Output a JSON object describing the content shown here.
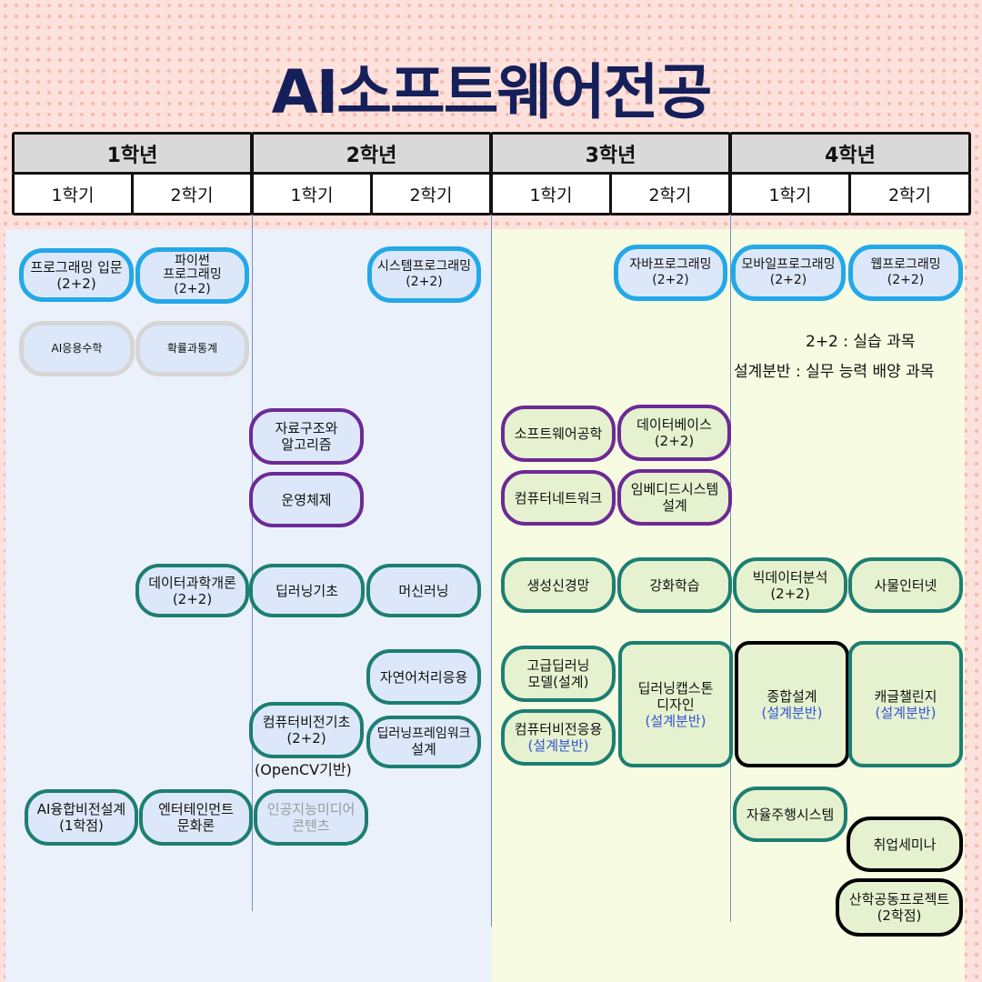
{
  "title": "AI소프트웨어전공",
  "years": [
    "1학년",
    "2학년",
    "3학년",
    "4학년"
  ],
  "semesters": [
    "1학기",
    "2학기",
    "1학기",
    "2학기",
    "1학기",
    "2학기",
    "1학기",
    "2학기"
  ],
  "legend": {
    "line1": "2+2 : 실습 과목",
    "line2": "설계분반 : 실무 능력 배양 과목"
  },
  "courses": [
    {
      "line1": "프로그래밍 입문",
      "line2": "(2+2)"
    },
    {
      "line1": "파이썬",
      "line2": "프로그래밍",
      "line3": "(2+2)"
    },
    {
      "line1": "시스템프로그래밍",
      "line2": "(2+2)"
    },
    {
      "line1": "자바프로그래밍",
      "line2": "(2+2)"
    },
    {
      "line1": "모바일프로그래밍",
      "line2": "(2+2)"
    },
    {
      "line1": "웹프로그래밍",
      "line2": "(2+2)"
    },
    {
      "line1": "AI응용수학"
    },
    {
      "line1": "확률과통계"
    },
    {
      "line1": "자료구조와",
      "line2": "알고리즘"
    },
    {
      "line1": "운영체제"
    },
    {
      "line1": "소프트웨어공학"
    },
    {
      "line1": "데이터베이스",
      "line2": "(2+2)"
    },
    {
      "line1": "컴퓨터네트워크"
    },
    {
      "line1": "임베디드시스템",
      "line2": "설계"
    },
    {
      "line1": "데이터과학개론",
      "line2": "(2+2)"
    },
    {
      "line1": "딥러닝기초"
    },
    {
      "line1": "머신러닝"
    },
    {
      "line1": "생성신경망"
    },
    {
      "line1": "강화학습"
    },
    {
      "line1": "빅데이터분석",
      "line2": "(2+2)"
    },
    {
      "line1": "사물인터넷"
    },
    {
      "line1": "자연어처리응용"
    },
    {
      "line1": "고급딥러닝",
      "line2": "모델(설계)"
    },
    {
      "line1": "딥러닝캡스톤",
      "line2": "디자인",
      "line3": "(설계분반)"
    },
    {
      "line1": "종합설계",
      "line2": "(설계분반)"
    },
    {
      "line1": "캐글챌린지",
      "line2": "(설계분반)"
    },
    {
      "line1": "컴퓨터비전기초",
      "line2": "(2+2)"
    },
    {
      "line1": "딥러닝프레임워크",
      "line2": "설계"
    },
    {
      "line1": "컴퓨터비전응용",
      "line2": "(설계분반)"
    },
    {
      "line1": "AI융합비전설계",
      "line2": "(1학점)"
    },
    {
      "line1": "엔터테인먼트",
      "line2": "문화론"
    },
    {
      "line1": "인공지능미디어",
      "line2": "콘텐츠"
    },
    {
      "line1": "자율주행시스템"
    },
    {
      "line1": "취업세미나"
    },
    {
      "line1": "산학공동프로젝트",
      "line2": "(2학점)"
    }
  ],
  "opencv_note": "(OpenCV기반)",
  "colors": {
    "title": "#15205a",
    "blue_border": "#23a8e8",
    "purple_border": "#6c2a96",
    "teal_border": "#1d7e72",
    "black_border": "#000000",
    "grey_border": "#d6d6d6",
    "fill_blue": "#dce8fa",
    "fill_green": "#e6f2cf",
    "design_text": "#3152d6"
  }
}
